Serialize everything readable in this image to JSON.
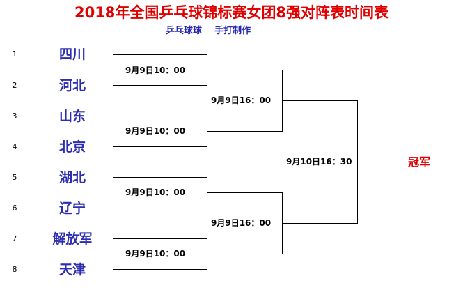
{
  "title": "2018年全国乒乓球锦标赛女团8强对阵表时间表",
  "subtitle": "乒乓球球    手打制作",
  "teams": [
    {
      "seed": "1",
      "name": "四川"
    },
    {
      "seed": "2",
      "name": "河北"
    },
    {
      "seed": "3",
      "name": "山东"
    },
    {
      "seed": "4",
      "name": "北京"
    },
    {
      "seed": "5",
      "name": "湖北"
    },
    {
      "seed": "6",
      "name": "辽宁"
    },
    {
      "seed": "7",
      "name": "解放军"
    },
    {
      "seed": "8",
      "name": "天津"
    }
  ],
  "round1_times": [
    "9月9日10：00",
    "9月9日10：00",
    "9月9日10：00",
    "9月9日10：00"
  ],
  "semifinal_times": [
    "9月9日16：00",
    "9月9日16：00"
  ],
  "final_time": "9月10日16：30",
  "champion_label": "冠军",
  "colors": {
    "title": "#e00000",
    "team": "#2d2db0",
    "line": "#000000"
  }
}
